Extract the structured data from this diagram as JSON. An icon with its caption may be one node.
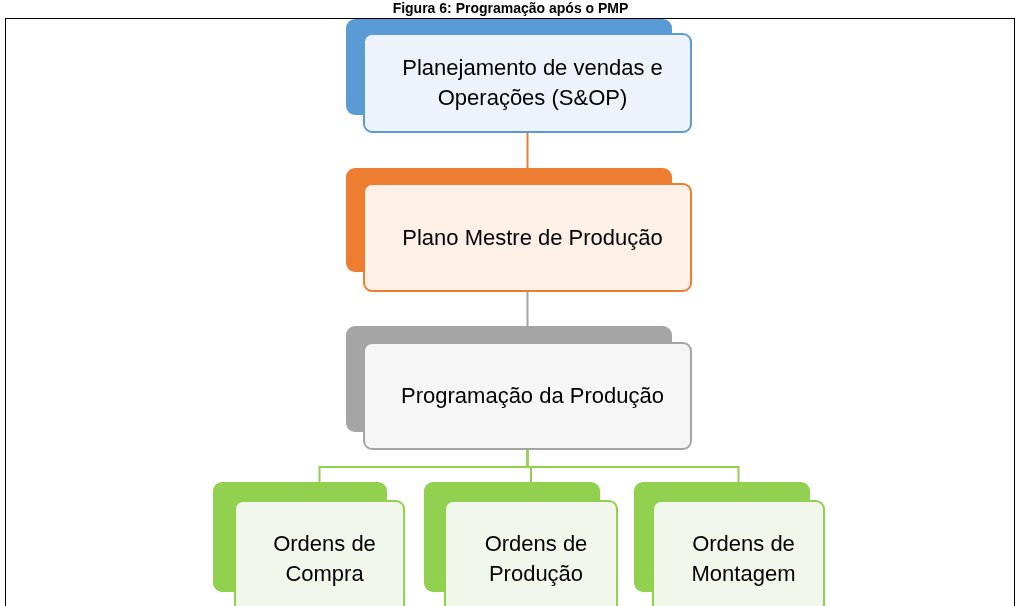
{
  "diagram": {
    "title": "Figura 6: Programação após o PMP",
    "nodes": [
      {
        "text": [
          "Planejamento de vendas e Operações (S&OP)"
        ]
      },
      {
        "text": [
          "Plano Mestre de Produção"
        ]
      },
      {
        "text": [
          "Programação da Produção"
        ]
      },
      {
        "text": [
          "Ordens de Compra"
        ]
      },
      {
        "text": [
          "Ordens de Produção"
        ]
      },
      {
        "text": [
          "Ordens de Montagem"
        ]
      }
    ],
    "edges": [
      {
        "from": 0,
        "to": 1,
        "arrow": "none",
        "color": "#ed7d31"
      },
      {
        "from": 1,
        "to": 2,
        "arrow": "none",
        "color": "#a5a5a5"
      },
      {
        "from": 2,
        "to": 3,
        "arrow": "none",
        "color": "#92d050"
      },
      {
        "from": 2,
        "to": 4,
        "arrow": "none",
        "color": "#92d050"
      },
      {
        "from": 2,
        "to": 5,
        "arrow": "none",
        "color": "#92d050"
      }
    ]
  }
}
